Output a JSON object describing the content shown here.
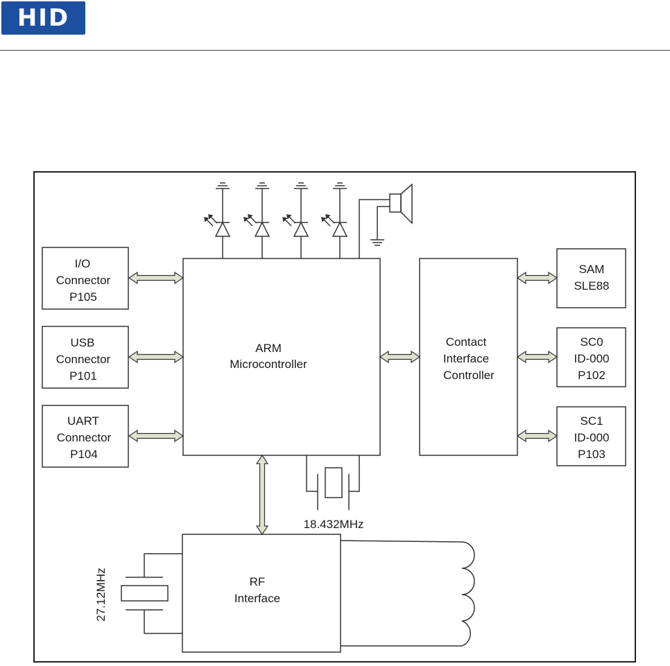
{
  "header": {
    "logo_text": "HID"
  },
  "diagram": {
    "io_connector": [
      "I/O",
      "Connector",
      "P105"
    ],
    "usb_connector": [
      "USB",
      "Connector",
      "P101"
    ],
    "uart_connector": [
      "UART",
      "Connector",
      "P104"
    ],
    "arm": [
      "ARM",
      "Microcontroller"
    ],
    "contact_controller": [
      "Contact",
      "Interface",
      "Controller"
    ],
    "sam": [
      "SAM",
      "SLE88"
    ],
    "sc0": [
      "SC0",
      "ID-000",
      "P102"
    ],
    "sc1": [
      "SC1",
      "ID-000",
      "P103"
    ],
    "rf_interface": [
      "RF",
      "Interface"
    ],
    "crystal_main": "18.432MHz",
    "crystal_rf": "27.12MHz"
  }
}
